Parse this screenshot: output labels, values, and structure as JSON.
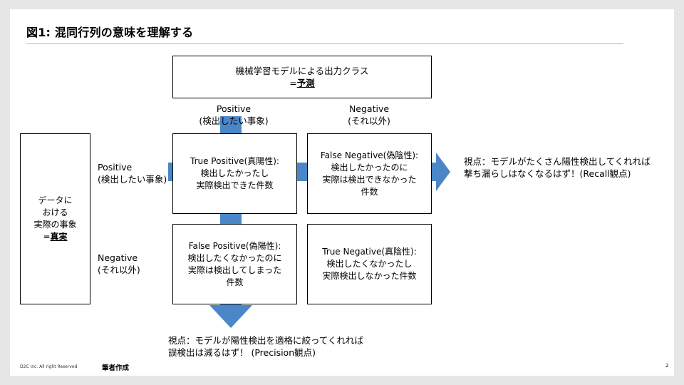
{
  "title": "図1: 混同行列の意味を理解する",
  "prediction_box": {
    "line1": "機械学習モデルによる出力クラス",
    "line2_prefix": "=",
    "line2_emph": "予測"
  },
  "pred_positive": {
    "line1": "Positive",
    "line2": "(検出したい事象)"
  },
  "pred_negative": {
    "line1": "Negative",
    "line2": "(それ以外)"
  },
  "truth_box": {
    "line1": "データに",
    "line2": "おける",
    "line3": "実際の事象",
    "line4_prefix": "=",
    "line4_emph": "真実"
  },
  "actual_positive": {
    "line1": "Positive",
    "line2": "(検出したい事象)"
  },
  "actual_negative": {
    "line1": "Negative",
    "line2": "(それ以外)"
  },
  "cells": {
    "tp": {
      "line1": "True Positive(真陽性):",
      "line2": "検出したかったし",
      "line3": "実際検出できた件数"
    },
    "fn": {
      "line1": "False Negative(偽陰性):",
      "line2": "検出したかったのに",
      "line3": "実際は検出できなかった",
      "line4": "件数"
    },
    "fp": {
      "line1": "False Positive(偽陽性):",
      "line2": "検出したくなかったのに",
      "line3": "実際は検出してしまった",
      "line4": "件数"
    },
    "tn": {
      "line1": "True Negative(真陰性):",
      "line2": "検出したくなかったし",
      "line3": "実際検出しなかった件数"
    }
  },
  "recall_note": {
    "line1": "視点：モデルがたくさん陽性検出してくれれば",
    "line2": "撃ち漏らしはなくなるはず！(Recall観点)"
  },
  "precision_note": {
    "line1": "視点：モデルが陽性検出を適格に絞ってくれれば",
    "line2": "誤検出は減るはず！ (Precision観点)"
  },
  "footer": {
    "copyright": "D2C inc. All right Reserved",
    "source": "筆者作成",
    "page": "2"
  },
  "colors": {
    "arrow": "#4a86c8",
    "background": "#e6e6e6",
    "slide": "#ffffff"
  }
}
